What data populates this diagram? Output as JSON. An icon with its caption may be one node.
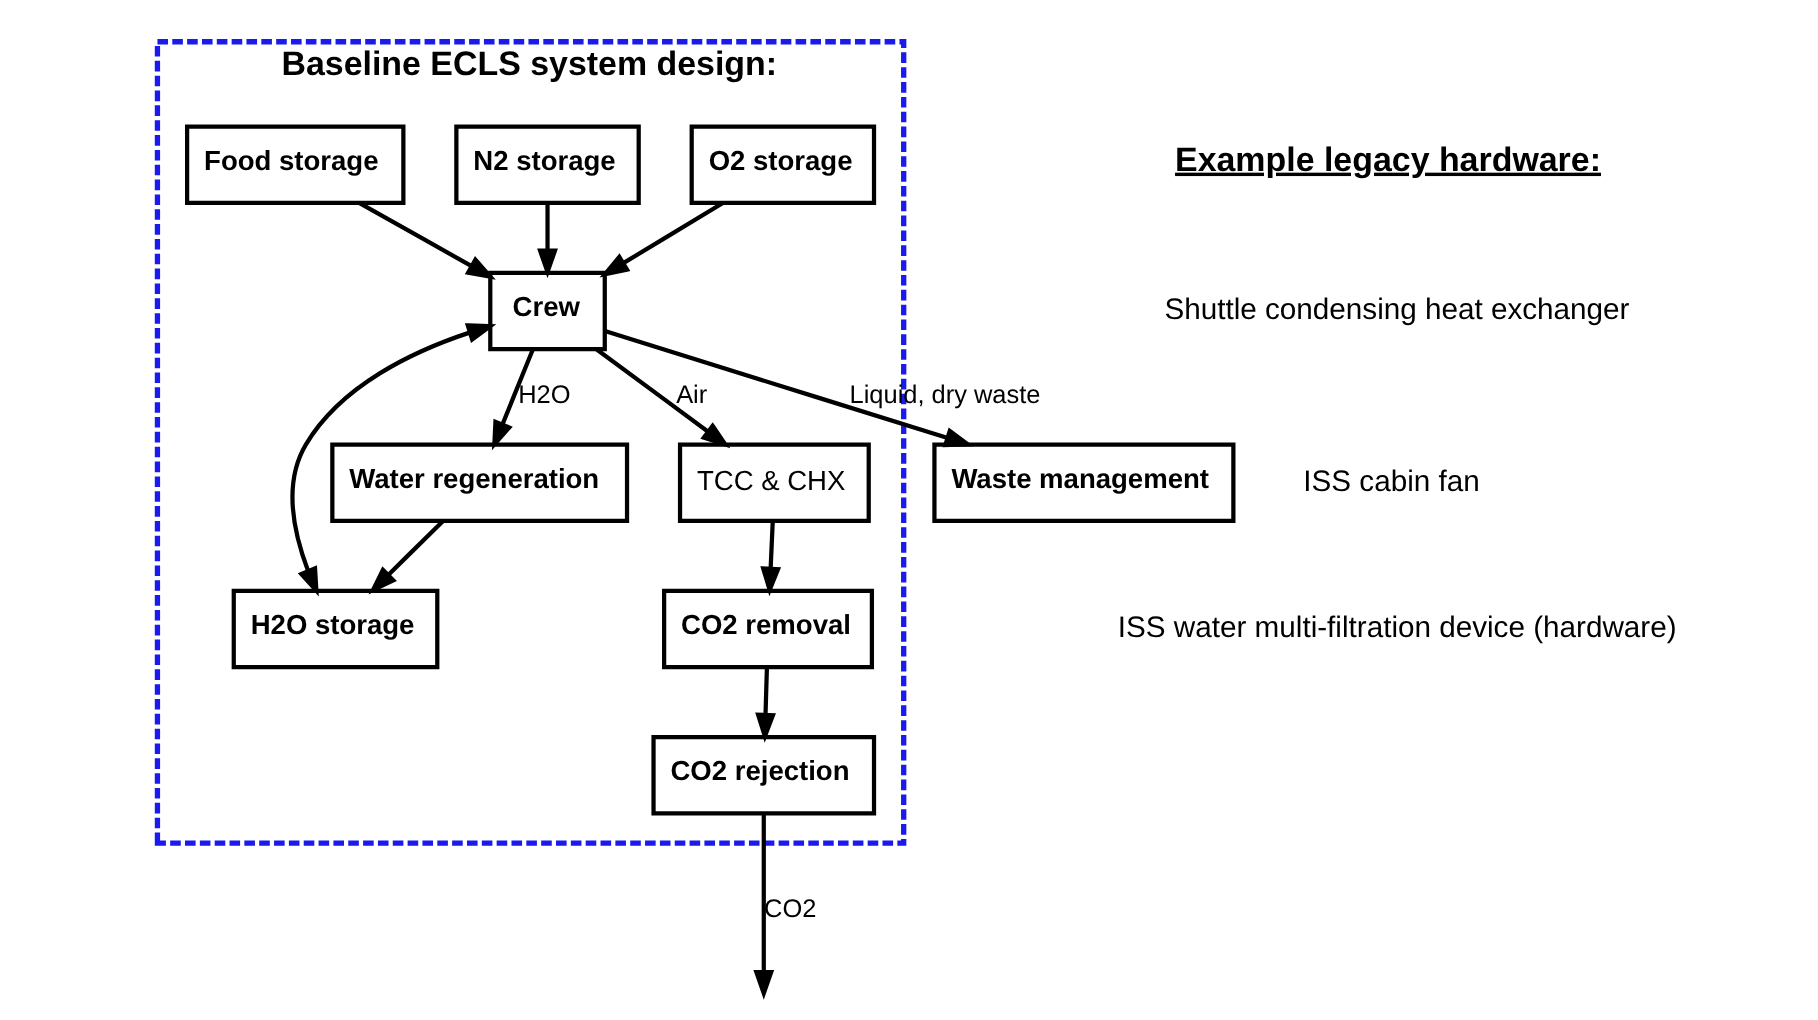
{
  "diagram": {
    "nodes": [
      {
        "text": [
          "Baseline ECLS system design:"
        ]
      },
      {
        "text": [
          "O2 storage"
        ],
        "in": 0
      },
      {
        "text": [
          "N2 storage"
        ],
        "in": 0
      },
      {
        "text": [
          "Food storage"
        ],
        "in": 0
      },
      {
        "text": [
          "H2O storage"
        ],
        "in": 0
      },
      {
        "text": [
          "TCC & CHX"
        ],
        "in": 0
      },
      {
        "text": [
          "Crew"
        ],
        "in": 0
      },
      {
        "text": [
          "CO2 removal"
        ],
        "in": 0
      },
      {
        "text": [
          "CO2 rejection"
        ],
        "in": 0
      },
      {
        "text": [
          "Water regeneration"
        ],
        "in": 0
      },
      {
        "text": [
          "Waste management"
        ]
      }
    ],
    "edges": [
      {
        "from": 1,
        "to": 6,
        "arrow": "to"
      },
      {
        "from": 2,
        "to": 6,
        "arrow": "to"
      },
      {
        "from": 3,
        "to": 6,
        "arrow": "to"
      },
      {
        "from": 6,
        "to": 4,
        "arrow": "both"
      },
      {
        "from": 6,
        "to": 5,
        "arrow": "to",
        "label": "Air"
      },
      {
        "from": 5,
        "to": 7,
        "arrow": "to"
      },
      {
        "from": 7,
        "to": 8,
        "arrow": "to"
      },
      {
        "from": 8,
        "to": null,
        "arrow": "to",
        "label": "CO2"
      },
      {
        "from": 6,
        "to": 9,
        "arrow": "to",
        "label": "H2O"
      },
      {
        "from": 9,
        "to": 4,
        "arrow": "to"
      },
      {
        "from": 6,
        "to": 10,
        "arrow": "to",
        "label": "Liquid, dry waste"
      }
    ],
    "labels": [
      "Example legacy hardware:",
      "Shuttle condensing heat exchanger",
      "ISS cabin fan",
      "ISS water multi-filtration device (hardware)"
    ]
  }
}
